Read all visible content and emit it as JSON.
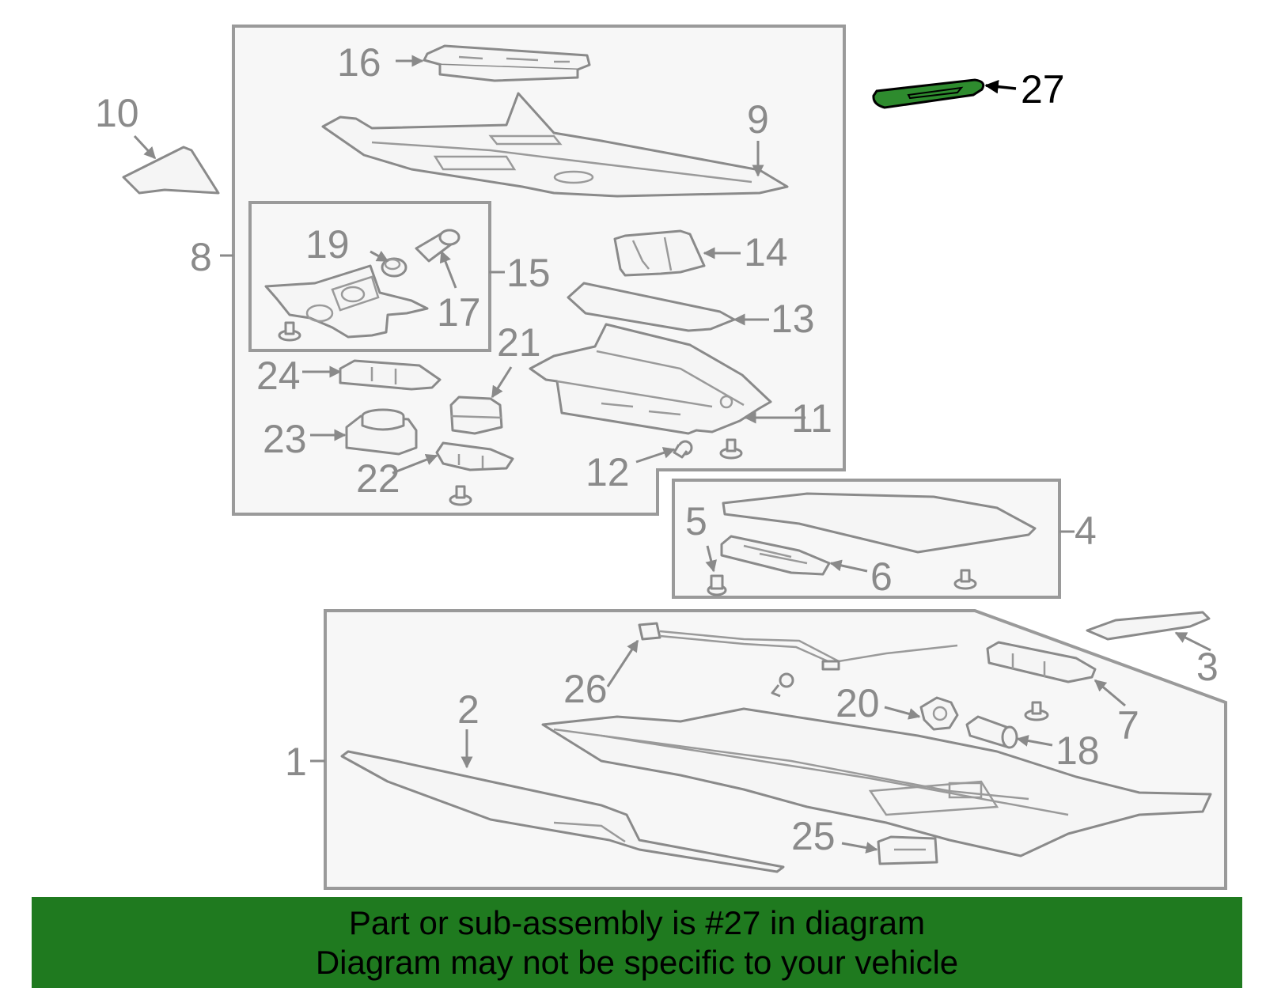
{
  "banner": {
    "line1": "Part or sub-assembly is #27 in diagram",
    "line2": "Diagram may not be specific to your vehicle",
    "color": "#1f7a1f"
  },
  "highlight": {
    "part": "27",
    "color": "#2e8b2e"
  },
  "callouts": {
    "c1": "1",
    "c2": "2",
    "c3": "3",
    "c4": "4",
    "c5": "5",
    "c6": "6",
    "c7": "7",
    "c8": "8",
    "c9": "9",
    "c10": "10",
    "c11": "11",
    "c12": "12",
    "c13": "13",
    "c14": "14",
    "c15": "15",
    "c16": "16",
    "c17": "17",
    "c18": "18",
    "c19": "19",
    "c20": "20",
    "c21": "21",
    "c22": "22",
    "c23": "23",
    "c24": "24",
    "c25": "25",
    "c26": "26",
    "c27": "27"
  }
}
